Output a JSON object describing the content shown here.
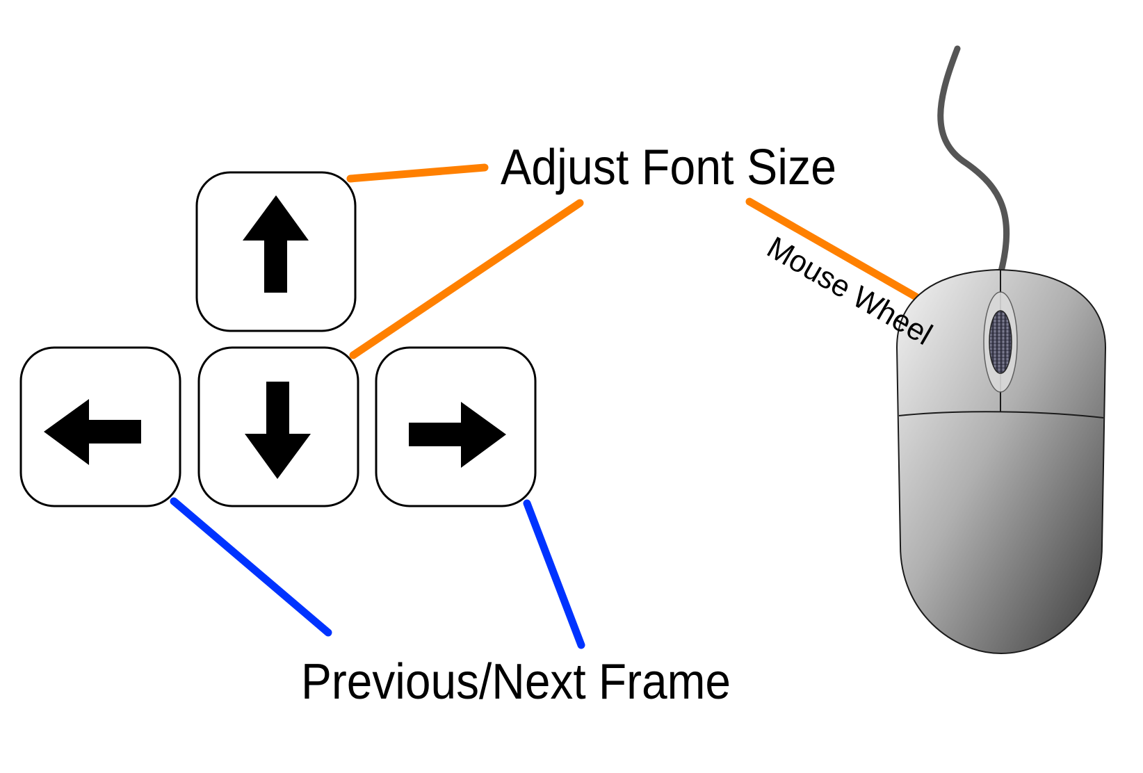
{
  "labels": {
    "adjust_font_size": "Adjust Font Size",
    "mouse_wheel": "Mouse Wheel",
    "previous_next_frame": "Previous/Next Frame"
  },
  "keys": [
    {
      "name": "up-arrow-key",
      "direction": "up"
    },
    {
      "name": "left-arrow-key",
      "direction": "left"
    },
    {
      "name": "down-arrow-key",
      "direction": "down"
    },
    {
      "name": "right-arrow-key",
      "direction": "right"
    }
  ],
  "colors": {
    "font_size_leader": "#ff8000",
    "frame_leader": "#0033ff",
    "mouse_cable": "#555555",
    "mouse_body_light": "#f2f2f2",
    "mouse_body_dark": "#3a3a3a"
  },
  "icons": [
    "up-arrow-icon",
    "down-arrow-icon",
    "left-arrow-icon",
    "right-arrow-icon",
    "mouse-icon"
  ]
}
